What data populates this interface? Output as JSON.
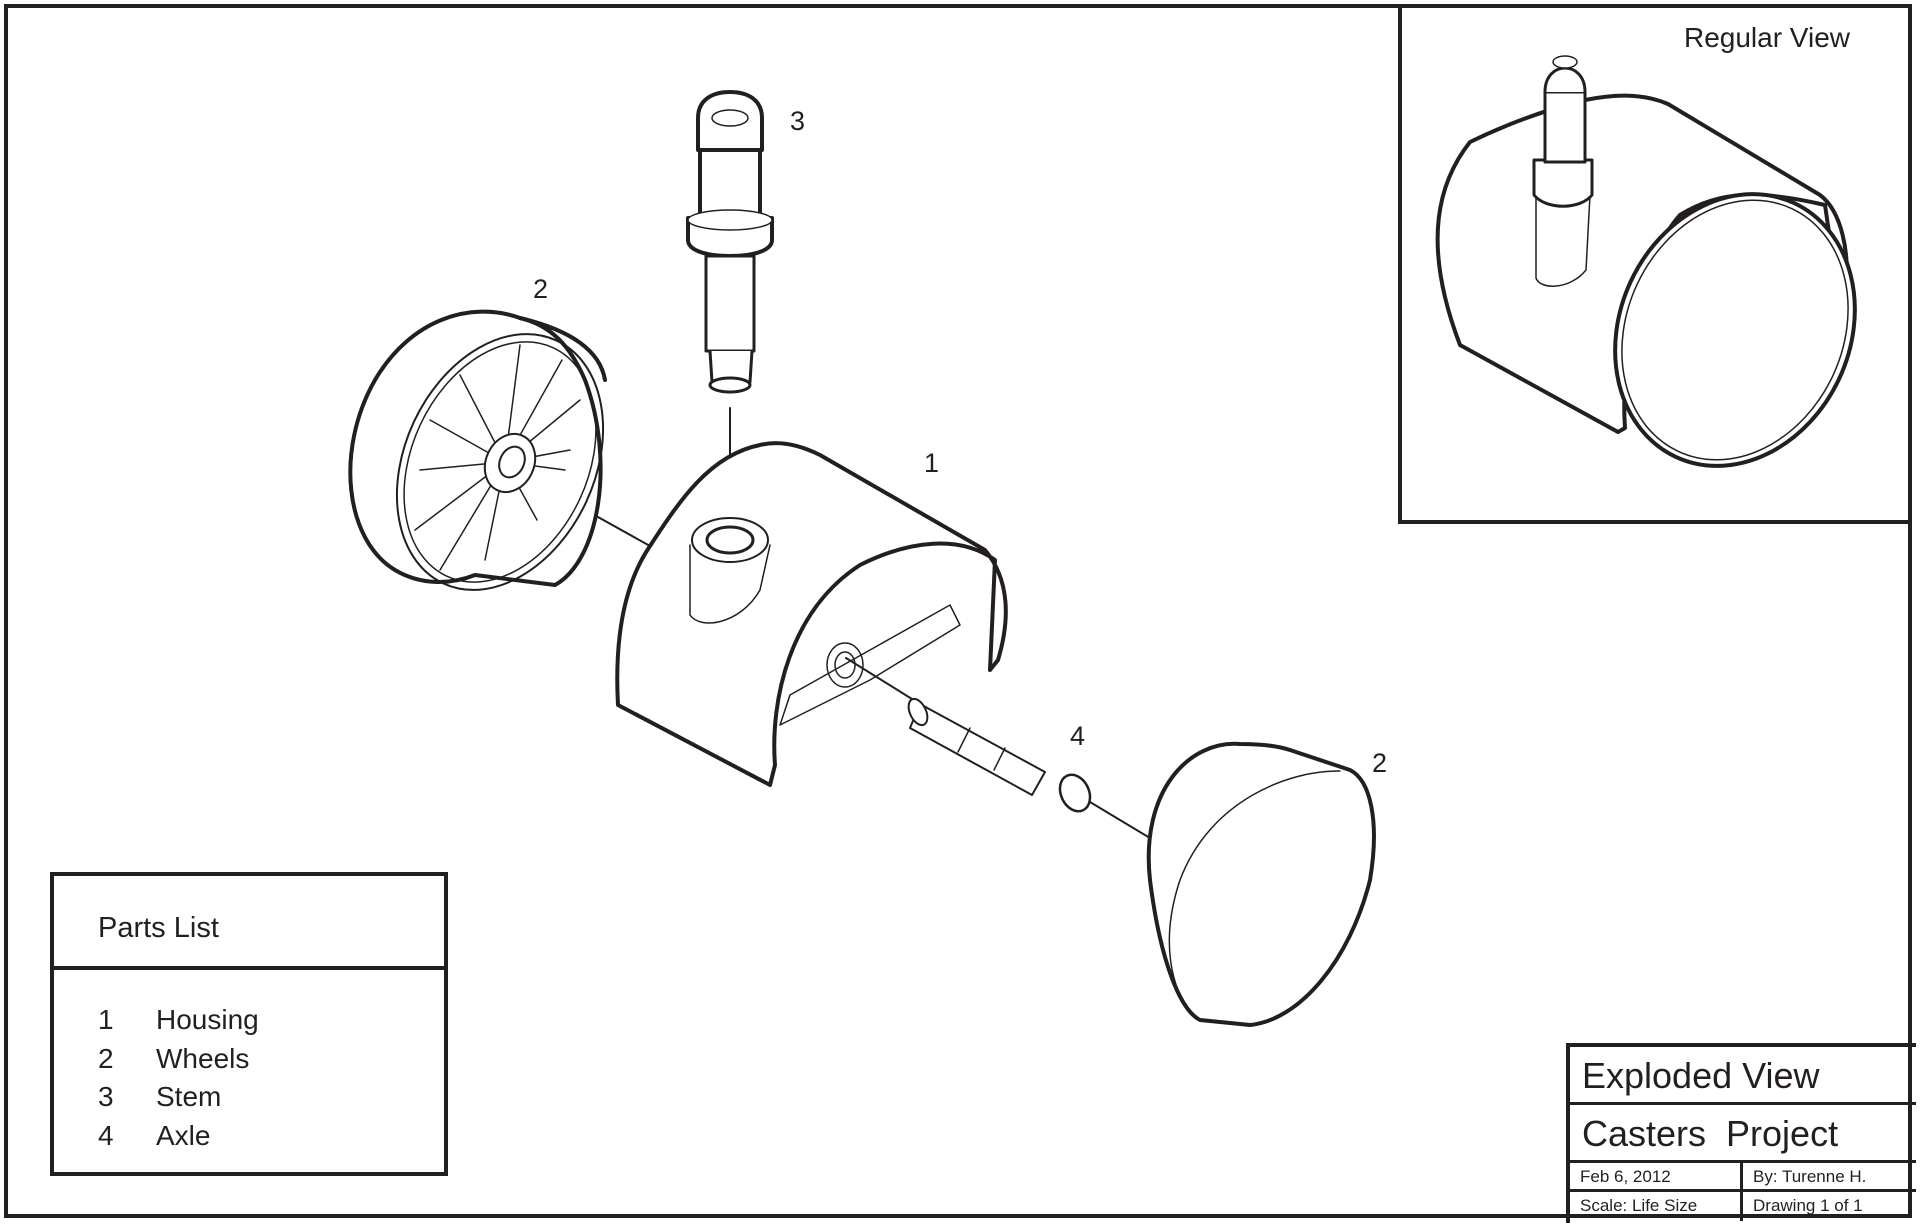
{
  "drawing": {
    "callouts": [
      {
        "id": "housing",
        "label": "1"
      },
      {
        "id": "wheel-left",
        "label": "2"
      },
      {
        "id": "wheel-right",
        "label": "2"
      },
      {
        "id": "stem",
        "label": "3"
      },
      {
        "id": "axle",
        "label": "4"
      }
    ]
  },
  "regular_view": {
    "title": "Regular View"
  },
  "parts_list": {
    "title": "Parts List",
    "items": [
      {
        "number": "1",
        "name": "Housing"
      },
      {
        "number": "2",
        "name": "Wheels"
      },
      {
        "number": "3",
        "name": "Stem"
      },
      {
        "number": "4",
        "name": "Axle"
      }
    ]
  },
  "title_block": {
    "view_name": "Exploded View",
    "project": "Casters  Project",
    "date": "Feb 6, 2012",
    "author": "By: Turenne H.",
    "scale": "Scale: Life Size",
    "sheet": "Drawing 1 of 1"
  },
  "colors": {
    "ink": "#231f20",
    "paper": "#ffffff"
  }
}
